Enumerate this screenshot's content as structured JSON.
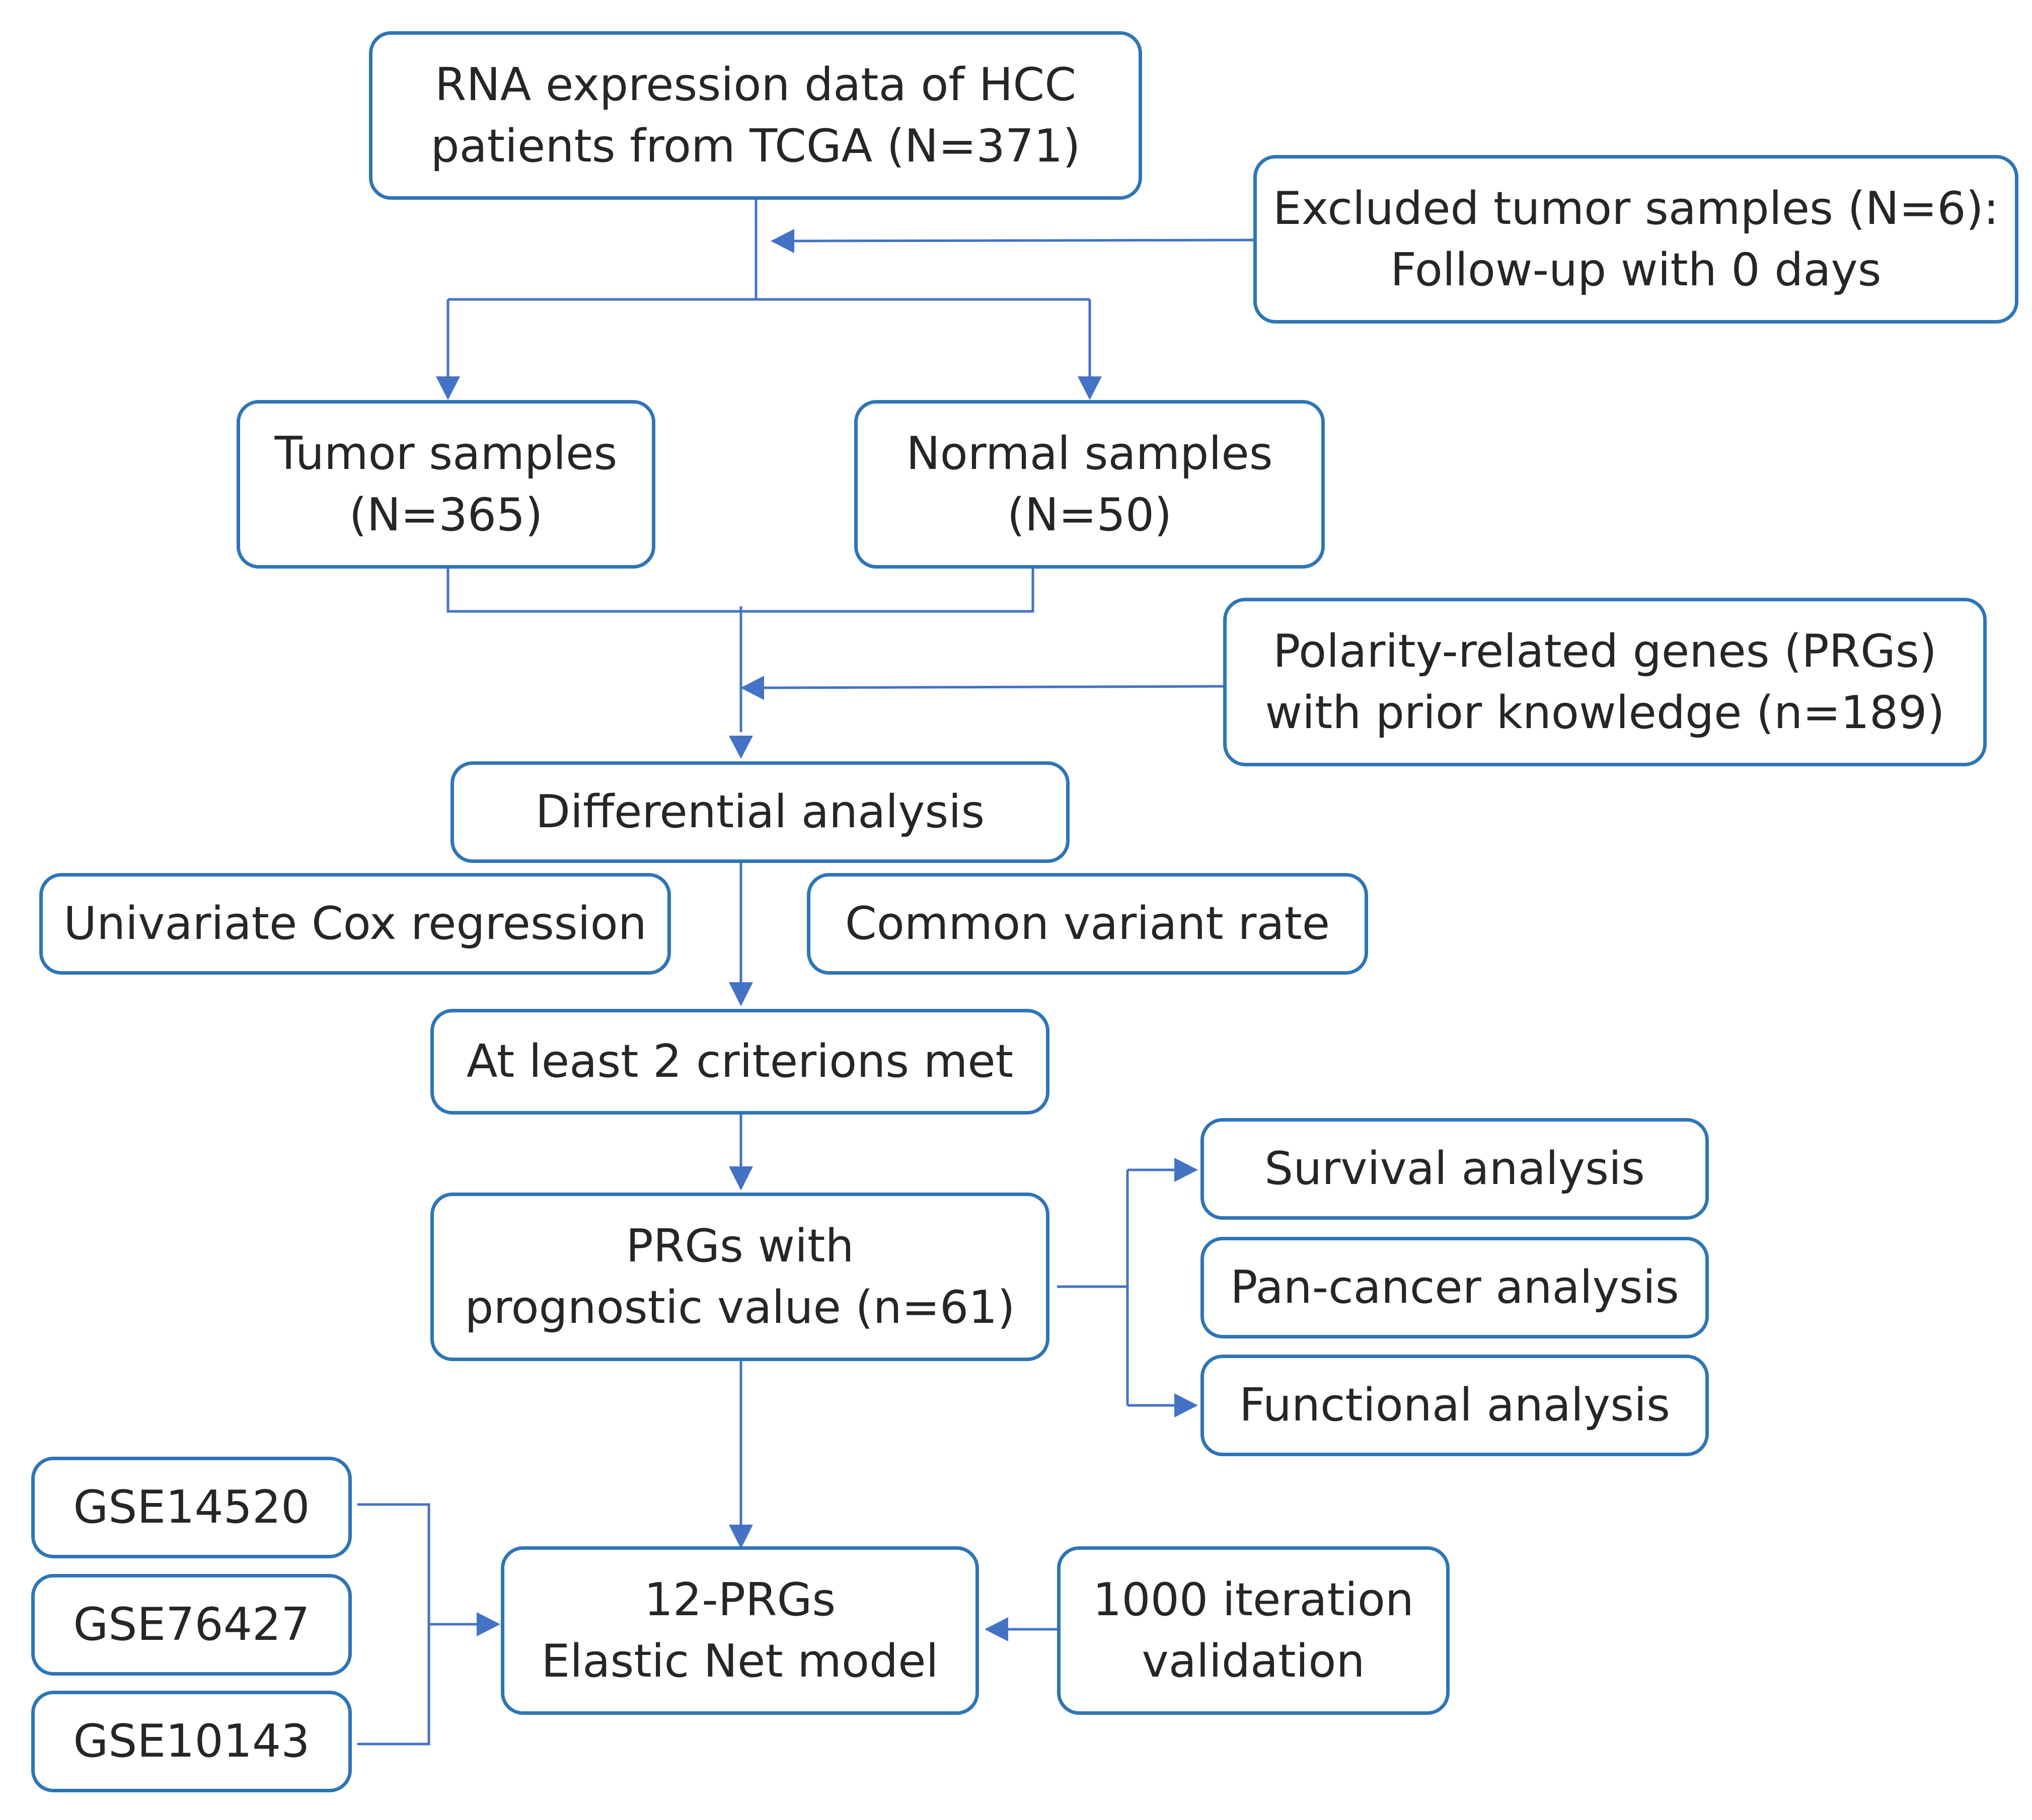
{
  "colors": {
    "box_border": "#2E75B6",
    "connector": "#4472C4",
    "text": "#262626"
  },
  "boxes": {
    "rna": {
      "line1": "RNA expression data of HCC",
      "line2": "patients from TCGA (N=371)"
    },
    "excluded": {
      "line1": "Excluded tumor samples (N=6):",
      "line2": "Follow-up with 0 days"
    },
    "tumor": {
      "line1": "Tumor samples",
      "line2": "(N=365)"
    },
    "normal": {
      "line1": "Normal samples",
      "line2": "(N=50)"
    },
    "prgs_prior": {
      "line1": "Polarity-related genes (PRGs)",
      "line2": "with prior knowledge (n=189)"
    },
    "differential": {
      "line1": "Differential analysis"
    },
    "univariate": {
      "line1": "Univariate Cox regression"
    },
    "variant": {
      "line1": "Common variant rate"
    },
    "criteria": {
      "line1": "At least 2 criterions met"
    },
    "prgs_prognostic": {
      "line1": "PRGs with",
      "line2": "prognostic value (n=61)"
    },
    "survival": {
      "line1": "Survival analysis"
    },
    "pancancer": {
      "line1": "Pan-cancer analysis"
    },
    "functional": {
      "line1": "Functional analysis"
    },
    "gse1": {
      "line1": "GSE14520"
    },
    "gse2": {
      "line1": "GSE76427"
    },
    "gse3": {
      "line1": "GSE10143"
    },
    "model": {
      "line1": "12-PRGs",
      "line2": "Elastic Net model"
    },
    "validation": {
      "line1": "1000 iteration",
      "line2": "validation"
    }
  }
}
